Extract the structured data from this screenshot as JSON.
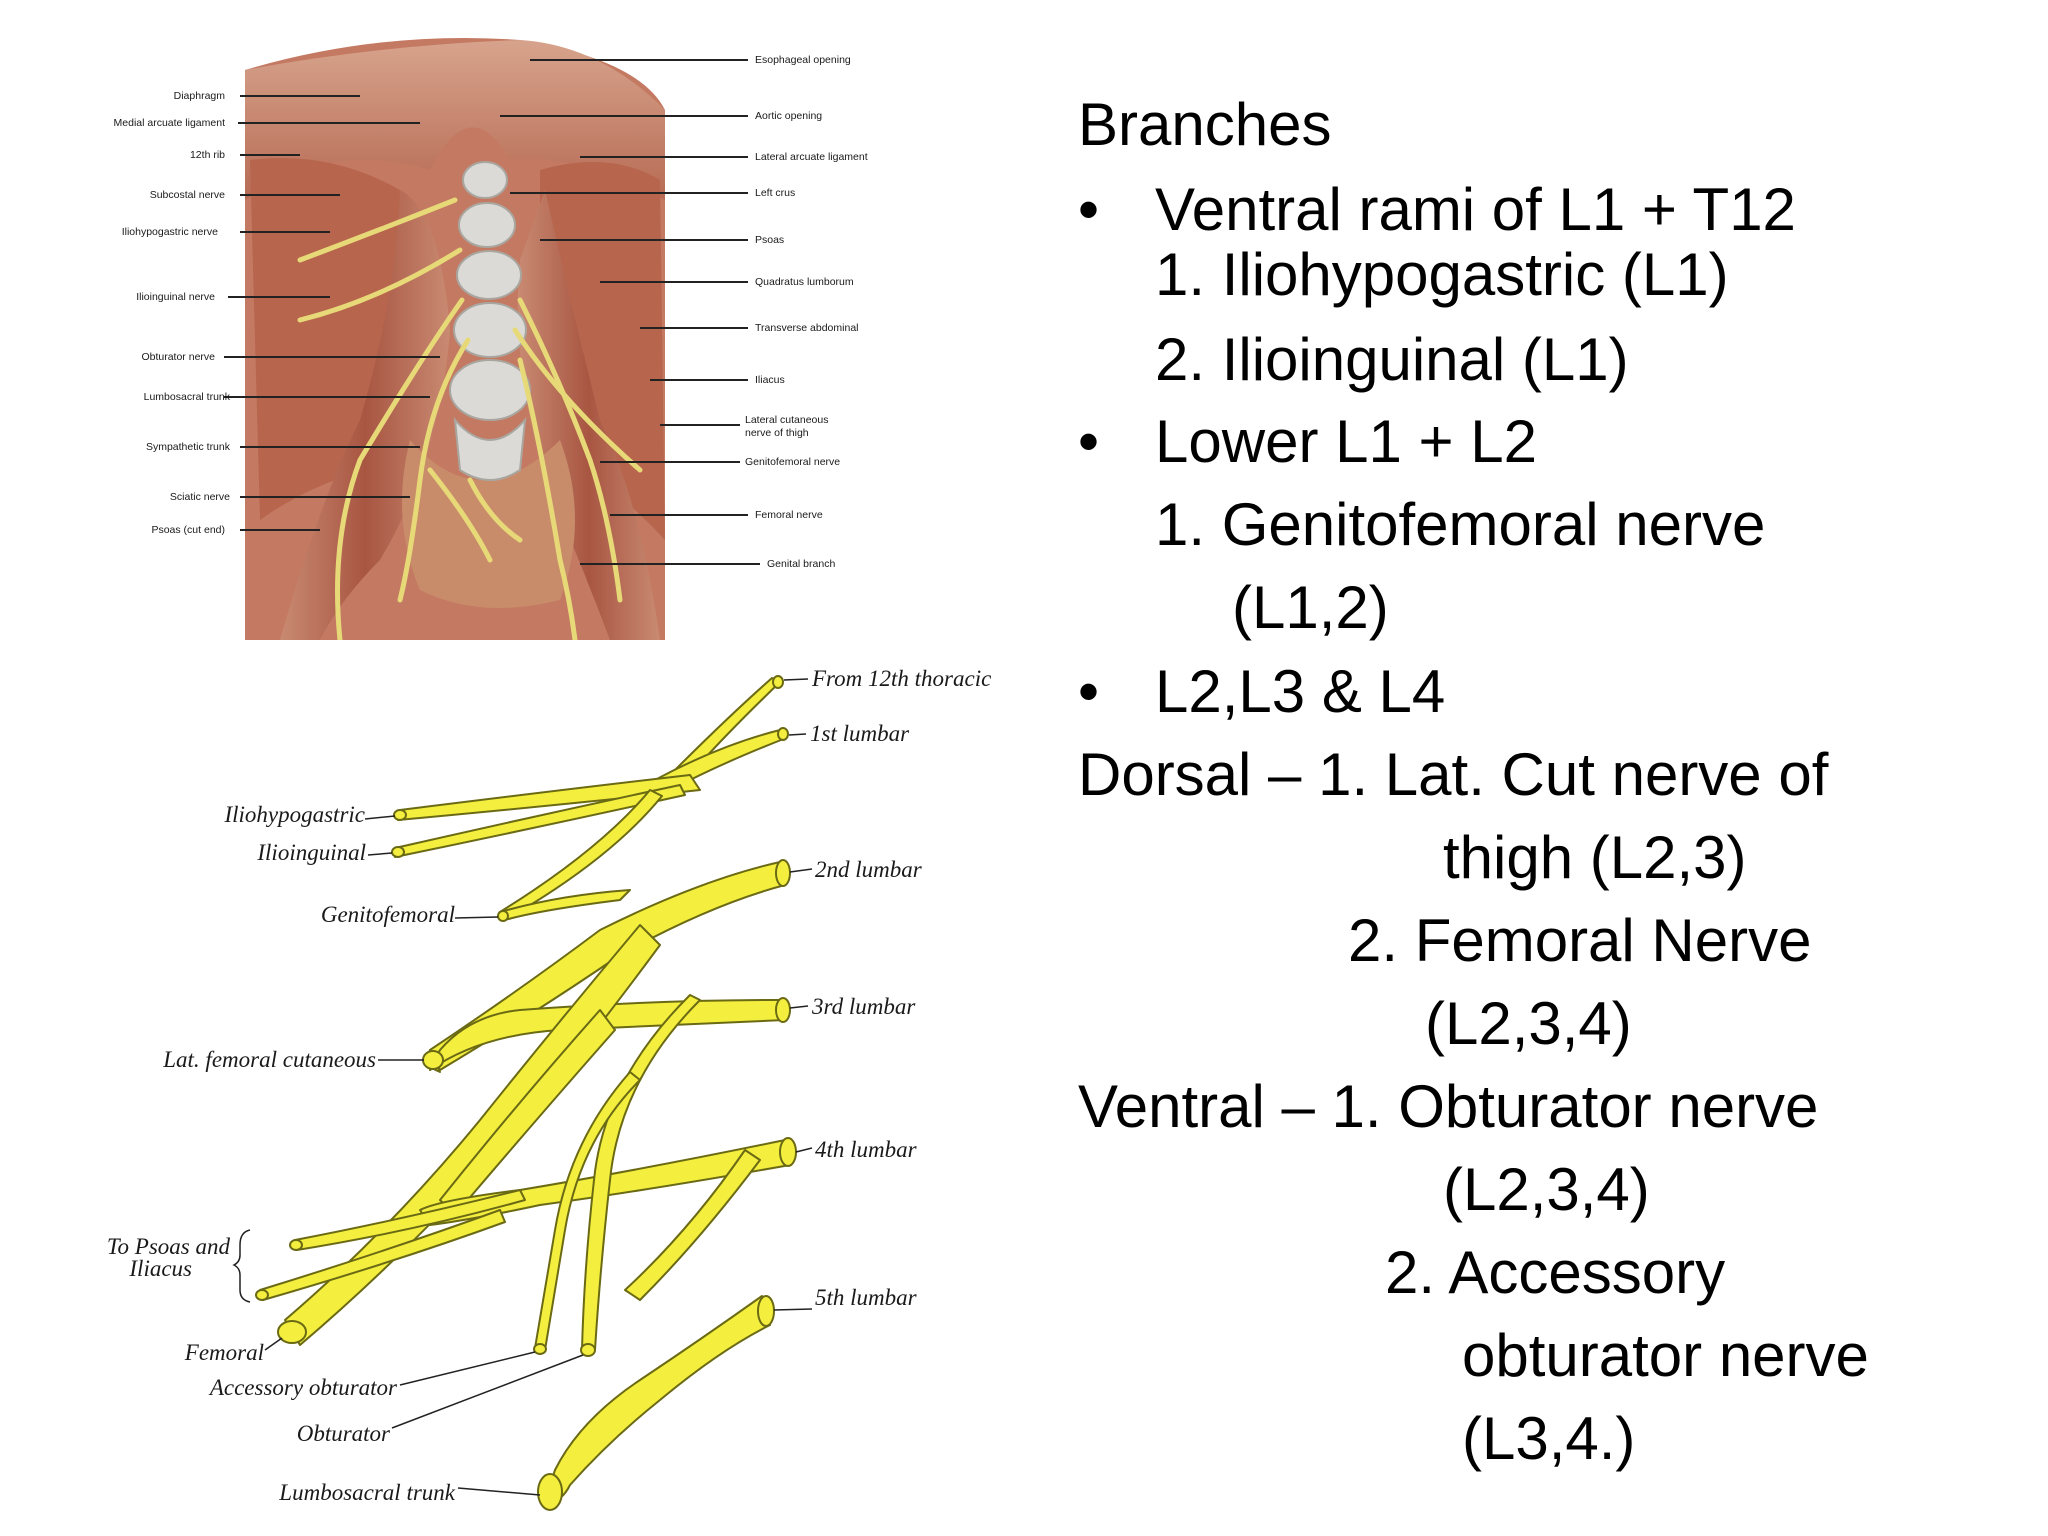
{
  "dissection_labels": {
    "left": [
      "Diaphragm",
      "Medial arcuate ligament",
      "12th rib",
      "Subcostal nerve",
      "Iliohypogastric nerve",
      "Ilioinguinal nerve",
      "Obturator nerve",
      "Lumbosacral trunk",
      "Sympathetic trunk",
      "Sciatic nerve",
      "Psoas (cut end)"
    ],
    "right": [
      "Esophageal opening",
      "Aortic opening",
      "Lateral arcuate ligament",
      "Left crus",
      "Psoas",
      "Quadratus lumborum",
      "Transverse abdominal",
      "Iliacus",
      "Lateral cutaneous",
      "nerve of thigh",
      "Genitofemoral nerve",
      "Femoral nerve",
      "Genital branch"
    ]
  },
  "plexus_labels": {
    "right": [
      "From 12th thoracic",
      "1st lumbar",
      "2nd lumbar",
      "3rd lumbar",
      "4th lumbar",
      "5th lumbar"
    ],
    "left": [
      "Iliohypogastric",
      "Ilioinguinal",
      "Genitofemoral",
      "Lat. femoral cutaneous",
      "To Psoas and",
      "Iliacus",
      "Femoral",
      "Accessory obturator",
      "Obturator",
      "Lumbosacral trunk"
    ]
  },
  "text": {
    "heading": "Branches",
    "bullet_glyph": "•",
    "b1": "Ventral rami of L1 + T12",
    "b1_1": "1. Iliohypogastric (L1)",
    "b1_2": "2. Ilioinguinal (L1)",
    "b2": "Lower L1 + L2",
    "b2_1a": "1. Genitofemoral nerve",
    "b2_1b": "(L1,2)",
    "b3": "L2,L3 & L4",
    "dorsal_1a": "Dorsal – 1. Lat. Cut nerve of",
    "dorsal_1b": "thigh (L2,3)",
    "dorsal_2a": "2. Femoral Nerve",
    "dorsal_2b": "(L2,3,4)",
    "ventral_1a": "Ventral – 1. Obturator nerve",
    "ventral_1b": "(L2,3,4)",
    "ventral_2a": "2. Accessory",
    "ventral_2b": "obturator nerve",
    "ventral_2c": "(L3,4.)"
  },
  "colors": {
    "nerve_yellow": "#f4ef3e",
    "nerve_outline": "#6b6a14",
    "muscle": "#b5644f",
    "spine": "#d6d4d0"
  }
}
